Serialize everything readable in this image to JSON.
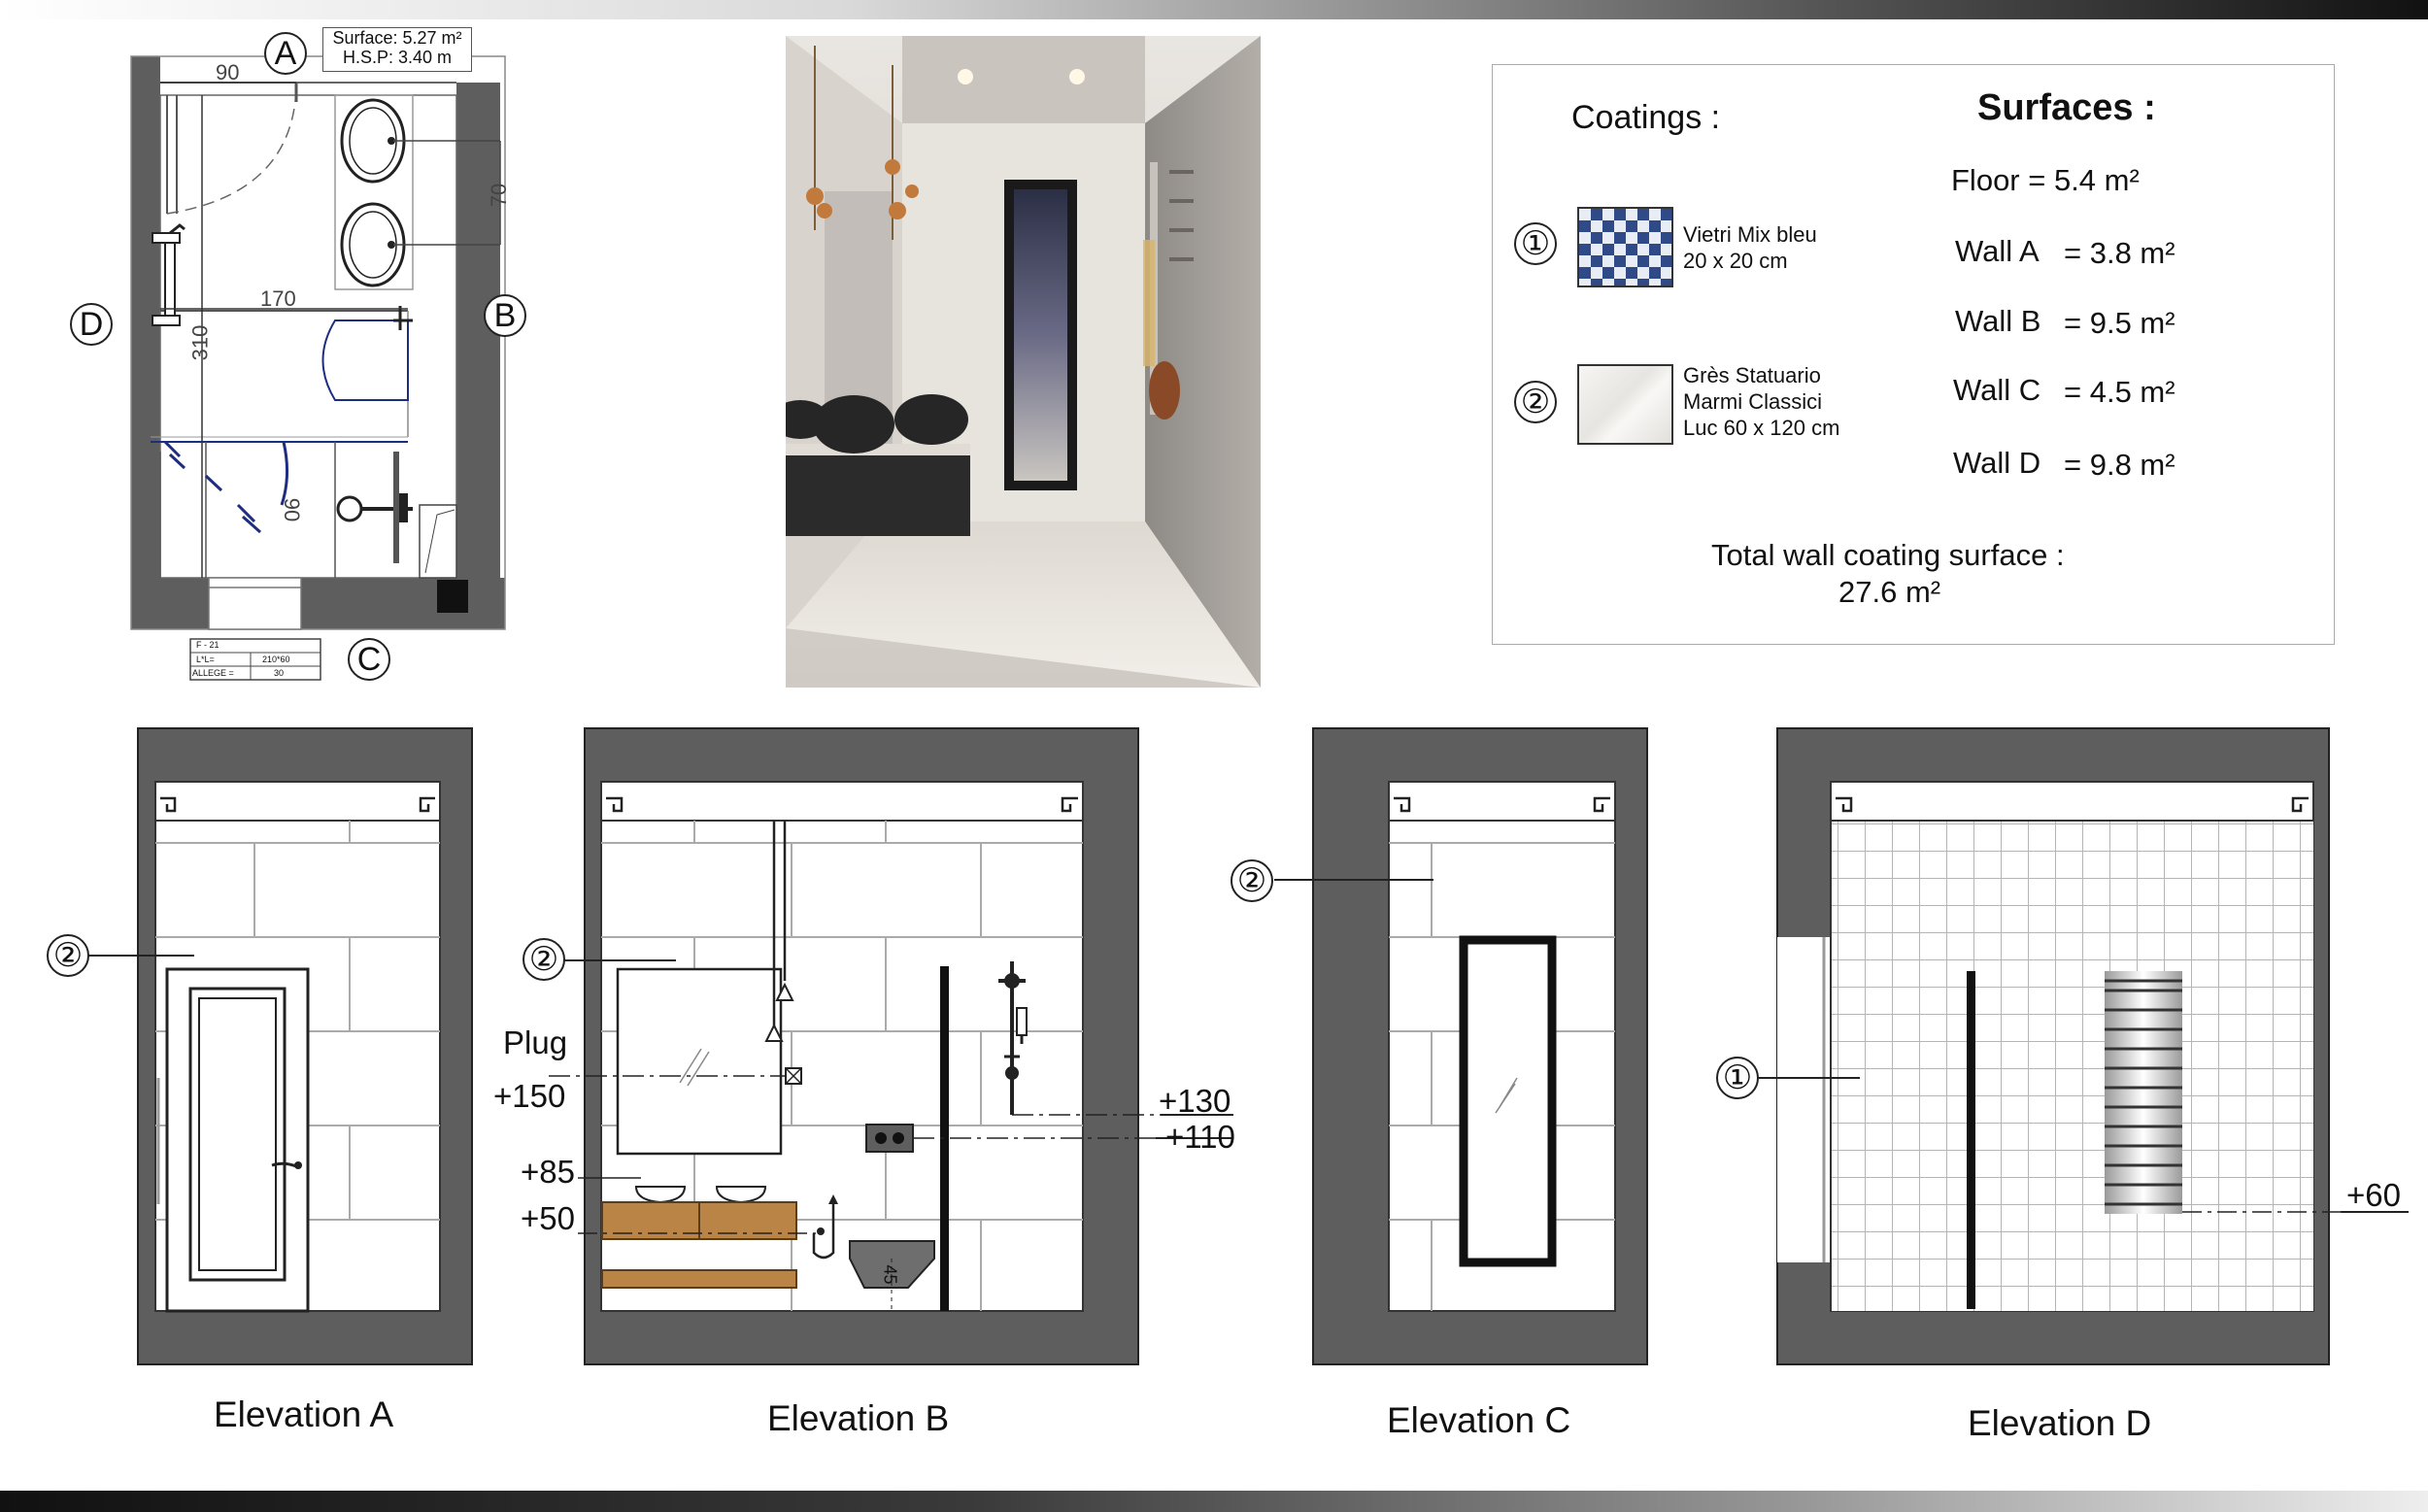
{
  "plan": {
    "surface_label": "Surface: 5.27 m²",
    "hsp_label": "H.S.P: 3.40 m",
    "markers": [
      "A",
      "B",
      "C",
      "D"
    ],
    "dims": {
      "d90_top": "90",
      "d70": "70",
      "d170": "170",
      "d310": "310",
      "d90_shower": "90"
    },
    "window_tag": {
      "line1": "F - 21",
      "line2": "L*L=",
      "line2_val": "210*60",
      "line3": "ALLEGE =",
      "line3_val": "30"
    }
  },
  "coatings": {
    "title": "Coatings :",
    "items": [
      {
        "num": "①",
        "name": "Vietri Mix bleu",
        "size": "20 x 20 cm"
      },
      {
        "num": "②",
        "name": "Grès Statuario",
        "line2": "Marmi Classici",
        "size": "Luc 60 x 120 cm"
      }
    ]
  },
  "surfaces": {
    "title": "Surfaces :",
    "floor": "Floor = 5.4 m²",
    "rows": [
      {
        "label": "Wall A",
        "value": "= 3.8 m²"
      },
      {
        "label": "Wall B",
        "value": "= 9.5 m²"
      },
      {
        "label": "Wall C",
        "value": "= 4.5 m²"
      },
      {
        "label": "Wall D",
        "value": "= 9.8 m²"
      }
    ],
    "total_label": "Total wall coating surface :",
    "total_value": "27.6 m²"
  },
  "elevations": {
    "a": {
      "title": "Elevation A",
      "tag": "②"
    },
    "b": {
      "title": "Elevation B",
      "tag": "②",
      "plug": "Plug",
      "h150": "+150",
      "h85": "+85",
      "h50": "+50",
      "h130": "+130",
      "h110": "+110",
      "d45": "45"
    },
    "c": {
      "title": "Elevation C",
      "tag": "②"
    },
    "d": {
      "title": "Elevation D",
      "tag": "①",
      "h60": "+60"
    }
  },
  "colors": {
    "wall": "#5e5e5e",
    "wood": "#b98445",
    "tile_blue": "#2f4a86",
    "dim_blue": "#2a3c8c"
  }
}
